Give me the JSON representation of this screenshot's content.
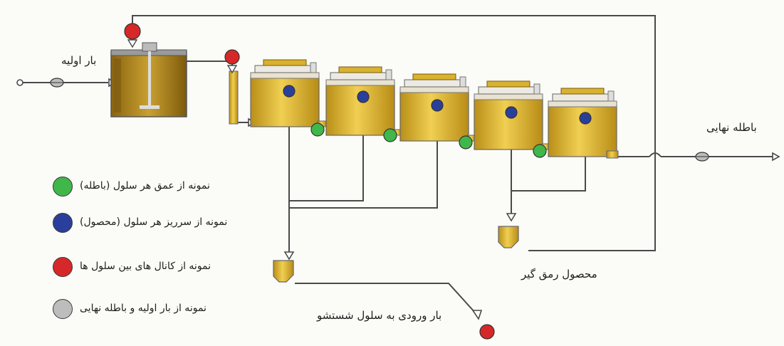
{
  "labels": {
    "feed": "بار اولیه",
    "final_tailing": "باطله نهایی",
    "scavenger_product": "محصول رمق گیر",
    "cleaner_feed": "بار ورودی به سلول شستشو"
  },
  "legend": [
    {
      "text": "نمونه از عمق هر سلول (باطله)",
      "color": "#3fb74a"
    },
    {
      "text": "نمونه از سرریز هر سلول (محصول)",
      "color": "#2a3f9c"
    },
    {
      "text": "نمونه از کانال های بین سلول ها",
      "color": "#d62828"
    },
    {
      "text": "نمونه از بار اولیه و باطله نهایی",
      "color": "#bdbdbd"
    }
  ],
  "colors": {
    "line": "#4a4a4a",
    "cell_gold": "#d9b22e",
    "cell_dark": "#a07a12",
    "sample_red": "#d62828",
    "sample_blue": "#2a3f9c",
    "sample_green": "#3fb74a",
    "sample_gray": "#bdbdbd"
  }
}
